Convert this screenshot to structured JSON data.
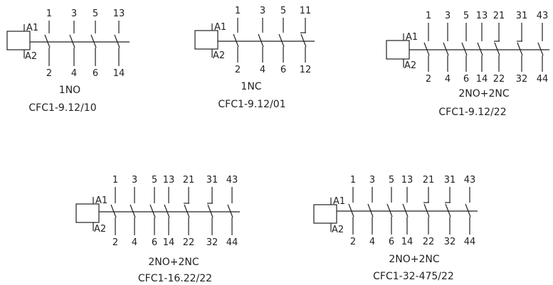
{
  "diagrams": [
    {
      "coil_top": "A1",
      "coil_bottom": "A2",
      "contacts": [
        {
          "type": "NO",
          "top": "1",
          "bottom": "2"
        },
        {
          "type": "NO",
          "top": "3",
          "bottom": "4"
        },
        {
          "type": "NO",
          "top": "5",
          "bottom": "6"
        },
        {
          "type": "NO",
          "top": "13",
          "bottom": "14"
        }
      ],
      "label": "1NO",
      "model": "CFC1-9.12/10"
    },
    {
      "coil_top": "A1",
      "coil_bottom": "A2",
      "contacts": [
        {
          "type": "NO",
          "top": "1",
          "bottom": "2"
        },
        {
          "type": "NO",
          "top": "3",
          "bottom": "4"
        },
        {
          "type": "NO",
          "top": "5",
          "bottom": "6"
        },
        {
          "type": "NC",
          "top": "11",
          "bottom": "12"
        }
      ],
      "label": "1NC",
      "model": "CFC1-9.12/01"
    },
    {
      "coil_top": "A1",
      "coil_bottom": "A2",
      "contacts": [
        {
          "type": "NO",
          "top": "1",
          "bottom": "2"
        },
        {
          "type": "NO",
          "top": "3",
          "bottom": "4"
        },
        {
          "type": "NO",
          "top": "5",
          "bottom": "6"
        },
        {
          "type": "NO",
          "top": "13",
          "bottom": "14"
        },
        {
          "type": "NC",
          "top": "21",
          "bottom": "22"
        },
        {
          "type": "NC",
          "top": "31",
          "bottom": "32"
        },
        {
          "type": "NO",
          "top": "43",
          "bottom": "44"
        }
      ],
      "label": "2NO+2NC",
      "model": "CFC1-9.12/22"
    },
    {
      "coil_top": "A1",
      "coil_bottom": "A2",
      "contacts": [
        {
          "type": "NO",
          "top": "1",
          "bottom": "2"
        },
        {
          "type": "NO",
          "top": "3",
          "bottom": "4"
        },
        {
          "type": "NO",
          "top": "5",
          "bottom": "6"
        },
        {
          "type": "NO",
          "top": "13",
          "bottom": "14"
        },
        {
          "type": "NC",
          "top": "21",
          "bottom": "22"
        },
        {
          "type": "NC",
          "top": "31",
          "bottom": "32"
        },
        {
          "type": "NO",
          "top": "43",
          "bottom": "44"
        }
      ],
      "label": "2NO+2NC",
      "model": "CFC1-16.22/22"
    },
    {
      "coil_top": "A1",
      "coil_bottom": "A2",
      "contacts": [
        {
          "type": "NO",
          "top": "1",
          "bottom": "2"
        },
        {
          "type": "NO",
          "top": "3",
          "bottom": "4"
        },
        {
          "type": "NO",
          "top": "5",
          "bottom": "6"
        },
        {
          "type": "NO",
          "top": "13",
          "bottom": "14"
        },
        {
          "type": "NC",
          "top": "21",
          "bottom": "22"
        },
        {
          "type": "NC",
          "top": "31",
          "bottom": "32"
        },
        {
          "type": "NO",
          "top": "43",
          "bottom": "44"
        }
      ],
      "label": "2NO+2NC",
      "model": "CFC1-32-475/22"
    }
  ]
}
